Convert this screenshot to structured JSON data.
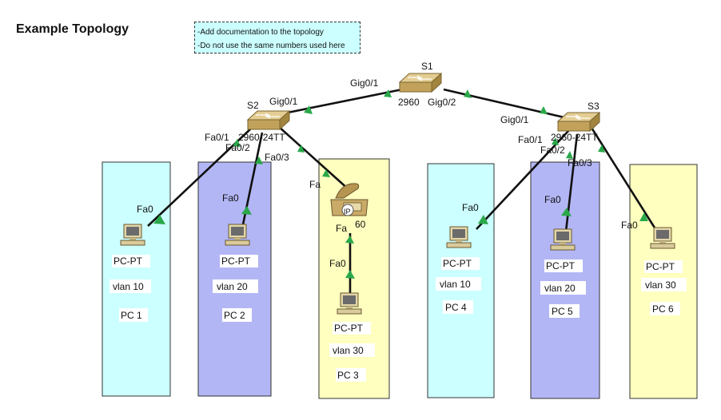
{
  "header": {
    "title": "Example Topology"
  },
  "note": {
    "lines": [
      "-Add documentation to the topology",
      "-Do not use the same numbers used here"
    ]
  },
  "colors": {
    "cyan": "#ccffff",
    "lavender": "#b3b6f5",
    "yellow": "#ffffbf",
    "port_green": "#2aa84a",
    "device_gold": "#c9aa66"
  },
  "switches": {
    "s1": {
      "name": "S1",
      "model": "2960"
    },
    "s2": {
      "name": "S2",
      "model": "2960-24TT"
    },
    "s3": {
      "name": "S3",
      "model": "2960-24TT"
    }
  },
  "phone": {
    "badge": "IP",
    "model": "60"
  },
  "ports": {
    "s1_g01": "Gig0/1",
    "s1_g02": "Gig0/2",
    "s2_g01": "Gig0/1",
    "s3_g01": "Gig0/1",
    "s2_fa01": "Fa0/1",
    "s2_fa02": "Fa0/2",
    "s2_fa03": "Fa0/3",
    "s3_fa01": "Fa0/1",
    "s3_fa02": "Fa0/2",
    "s3_fa03": "Fa0/3",
    "phone_up": "Fa",
    "phone_down": "Fa",
    "pc1": "Fa0",
    "pc2": "Fa0",
    "pc3": "Fa0",
    "pc4": "Fa0",
    "pc5": "Fa0",
    "pc6": "Fa0"
  },
  "pcs": [
    {
      "type": "PC-PT",
      "vlan": "vlan 10",
      "name": "PC 1"
    },
    {
      "type": "PC-PT",
      "vlan": "vlan 20",
      "name": "PC 2"
    },
    {
      "type": "PC-PT",
      "vlan": "vlan 30",
      "name": "PC 3"
    },
    {
      "type": "PC-PT",
      "vlan": "vlan 10",
      "name": "PC 4"
    },
    {
      "type": "PC-PT",
      "vlan": "vlan 20",
      "name": "PC 5"
    },
    {
      "type": "PC-PT",
      "vlan": "vlan 30",
      "name": "PC 6"
    }
  ]
}
